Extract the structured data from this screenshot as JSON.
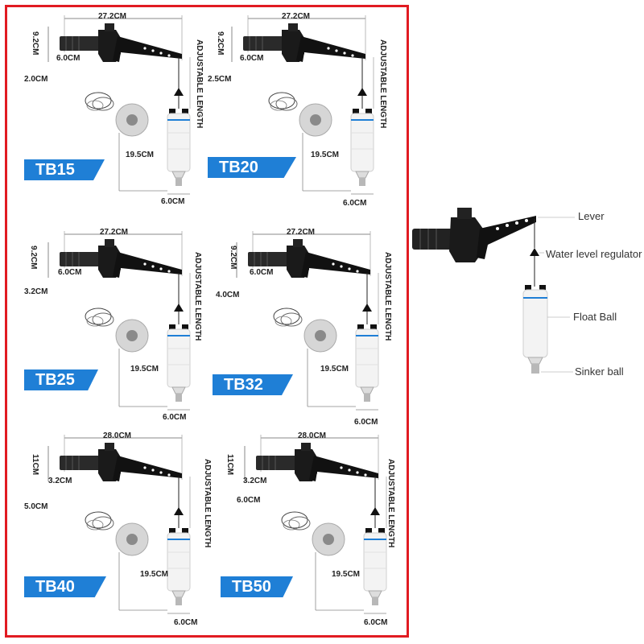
{
  "panels": [
    {
      "model": "TB15",
      "width": "27.2CM",
      "height": "9.2CM",
      "pipe": "6.0CM",
      "thread": "2.0CM",
      "adjust": "ADJUSTABLE LENGTH",
      "float_len": "19.5CM",
      "float_dia": "6.0CM"
    },
    {
      "model": "TB20",
      "width": "27.2CM",
      "height": "9.2CM",
      "pipe": "6.0CM",
      "thread": "2.5CM",
      "adjust": "ADJUSTABLE LENGTH",
      "float_len": "19.5CM",
      "float_dia": "6.0CM"
    },
    {
      "model": "TB25",
      "width": "27.2CM",
      "height": "9.2CM",
      "pipe": "6.0CM",
      "thread": "3.2CM",
      "adjust": "ADJUSTABLE LENGTH",
      "float_len": "19.5CM",
      "float_dia": "6.0CM"
    },
    {
      "model": "TB32",
      "width": "27.2CM",
      "height": "9.2CM",
      "pipe": "6.0CM",
      "thread": "4.0CM",
      "adjust": "ADJUSTABLE LENGTH",
      "float_len": "19.5CM",
      "float_dia": "6.0CM"
    },
    {
      "model": "TB40",
      "width": "28.0CM",
      "height": "11CM",
      "pipe": "3.2CM",
      "thread": "5.0CM",
      "adjust": "ADJUSTABLE LENGTH",
      "float_len": "19.5CM",
      "float_dia": "6.0CM"
    },
    {
      "model": "TB50",
      "width": "28.0CM",
      "height": "11CM",
      "pipe": "3.2CM",
      "thread": "6.0CM",
      "adjust": "ADJUSTABLE LENGTH",
      "float_len": "19.5CM",
      "float_dia": "6.0CM"
    }
  ],
  "callouts": {
    "lever": "Lever",
    "regulator": "Water level regulator",
    "float": "Float Ball",
    "sinker": "Sinker ball"
  },
  "colors": {
    "frame": "#e11b22",
    "badge": "#1f7fd6",
    "valve": "#1a1a1a",
    "float": "#f3f3f3"
  }
}
